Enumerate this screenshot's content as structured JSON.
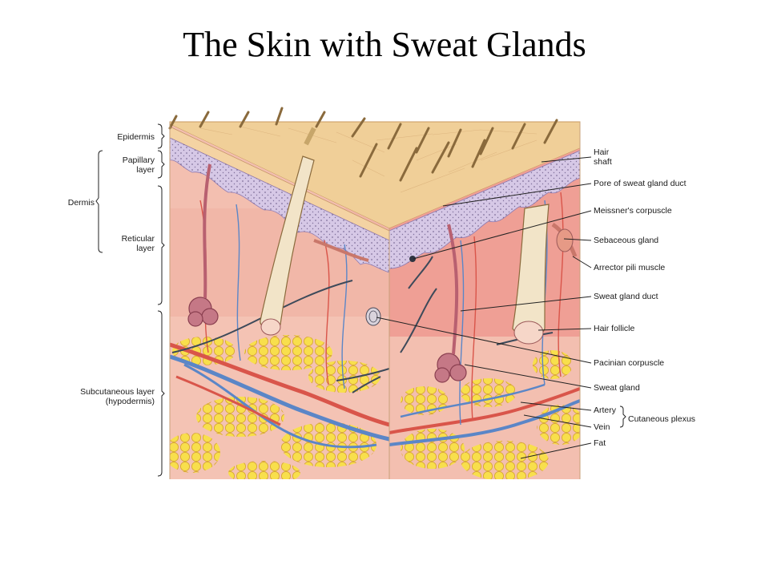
{
  "title": "The Skin with Sweat Glands",
  "left_labels": {
    "epidermis": "Epidermis",
    "papillary": [
      "Papillary",
      "layer"
    ],
    "dermis": "Dermis",
    "reticular": [
      "Reticular",
      "layer"
    ],
    "subcutaneous": [
      "Subcutaneous layer",
      "(hypodermis)"
    ]
  },
  "right_labels": {
    "hair_shaft": [
      "Hair",
      "shaft"
    ],
    "pore": "Pore of sweat gland duct",
    "meissner": "Meissner's corpuscle",
    "sebaceous": "Sebaceous gland",
    "arrector": "Arrector pili muscle",
    "sweat_duct": "Sweat gland duct",
    "hair_follicle": "Hair follicle",
    "pacinian": "Pacinian corpuscle",
    "sweat_gland": "Sweat gland",
    "artery": "Artery",
    "vein": "Vein",
    "plexus": "Cutaneous plexus",
    "fat": "Fat"
  },
  "colors": {
    "epidermis": "#f2cf95",
    "dermis": "#f1b3a6",
    "dermis_deep": "#ec9d94",
    "fat": "#f6d94a",
    "artery": "#d9554a",
    "vein": "#5b86c7",
    "nerve": "#3d4a5a",
    "gland": "#b86070",
    "papillary": "#cfc0e0",
    "hair": "#8a6a3c",
    "line": "#222222"
  }
}
